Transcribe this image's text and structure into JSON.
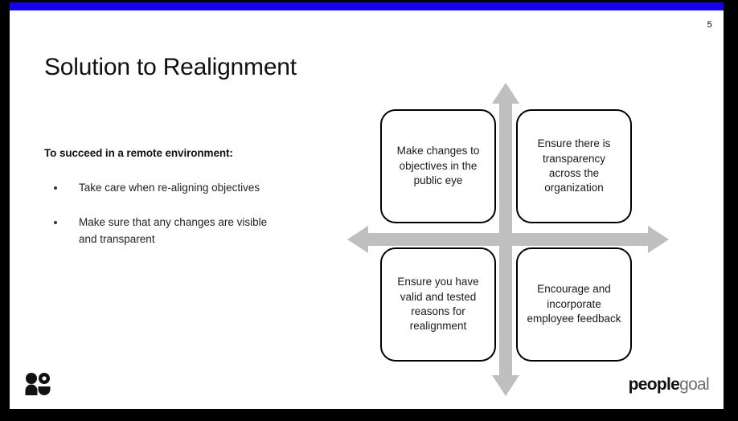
{
  "slide": {
    "page_number": "5",
    "title": "Solution to Realignment",
    "accent_color": "#1300f5",
    "arrow_color": "#bfbfbf",
    "box_border_color": "#000000",
    "background_color": "#ffffff",
    "frame_color": "#000000"
  },
  "body": {
    "lead_line": "To succeed in a remote environment:",
    "bullets": [
      "Take care when re-aligning objectives",
      "Make sure that any changes are visible and transparent"
    ]
  },
  "diagram": {
    "type": "quadrant",
    "axis": {
      "vertical_arrow": "double-headed-vertical-arrow",
      "horizontal_arrow": "double-headed-horizontal-arrow"
    },
    "boxes": [
      {
        "position": "top-left",
        "text": "Make changes to objectives in the public eye"
      },
      {
        "position": "top-right",
        "text": "Ensure there is transparency across the organization"
      },
      {
        "position": "bottom-left",
        "text": "Ensure you have valid and tested reasons for realignment"
      },
      {
        "position": "bottom-right",
        "text": "Encourage and incorporate employee feedback"
      }
    ]
  },
  "footer": {
    "mark_icon": "two-people-icon",
    "brand_primary": "people",
    "brand_secondary": "goal"
  }
}
